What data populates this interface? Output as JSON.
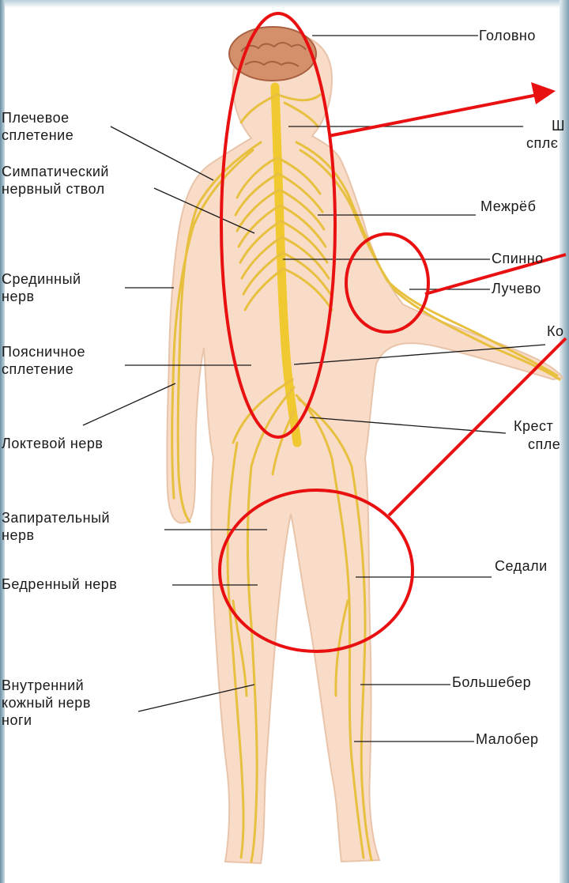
{
  "labels": {
    "brain": "Головно",
    "brachial_plexus": "Плечевое\nсплетение",
    "cervical_plexus_top": "Ш",
    "cervical_plexus_bottom": "сплє",
    "sympathetic_trunk": "Симпатический\nнервный ствол",
    "intercostal": "Межрёб",
    "median_nerve": "Срединный\nнерв",
    "spinal_cord": "Спинно",
    "radial_nerve": "Лучево",
    "lumbar_plexus": "Поясничное\nсплетение",
    "ko": "Ко",
    "ulnar_nerve": "Локтевой нерв",
    "sacral_plexus_top": "Крест",
    "sacral_plexus_bottom": "спле",
    "obturator_nerve": "Запирательный\nнерв",
    "femoral_nerve": "Бедренный нерв",
    "sciatic": "Седали",
    "internal_cutaneous": "Внутренний\nкожный нерв\nноги",
    "tibial": "Большебер",
    "peroneal": "Малобер"
  },
  "colors": {
    "skin": "#f8dcc8",
    "skin_outline": "#e8c4aa",
    "nerve": "#e8c040",
    "nerve_dark": "#c89820",
    "spine": "#f0c830",
    "brain": "#d4906a",
    "brain_dark": "#a86040",
    "leader_line": "#1a1a1a",
    "highlight_red": "#e81010"
  }
}
